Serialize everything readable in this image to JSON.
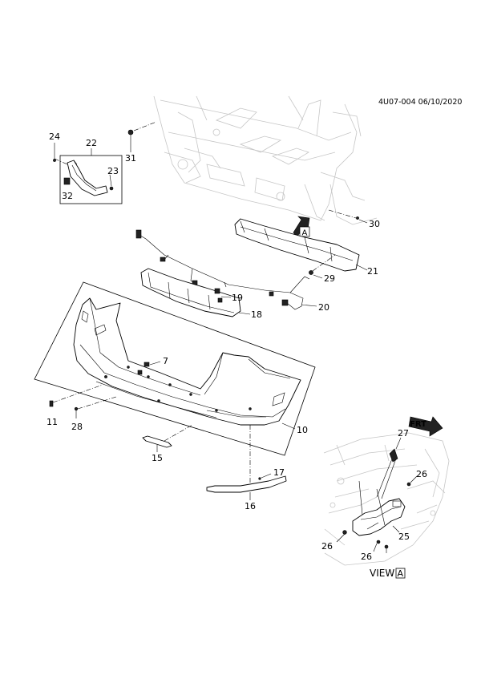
{
  "header": {
    "doc_code": "4U07-004 06/10/2020"
  },
  "callouts": [
    {
      "id": "c1",
      "text": "24"
    },
    {
      "id": "c2",
      "text": "22"
    },
    {
      "id": "c3",
      "text": "23"
    },
    {
      "id": "c4",
      "text": "32"
    },
    {
      "id": "c5",
      "text": "31"
    },
    {
      "id": "c6",
      "text": "30"
    },
    {
      "id": "c7",
      "text": "21"
    },
    {
      "id": "c8",
      "text": "29"
    },
    {
      "id": "c9",
      "text": "19"
    },
    {
      "id": "c10",
      "text": "18"
    },
    {
      "id": "c11",
      "text": "20"
    },
    {
      "id": "c12",
      "text": "7"
    },
    {
      "id": "c13",
      "text": "11"
    },
    {
      "id": "c14",
      "text": "28"
    },
    {
      "id": "c15",
      "text": "10"
    },
    {
      "id": "c16",
      "text": "15"
    },
    {
      "id": "c17",
      "text": "17"
    },
    {
      "id": "c18",
      "text": "16"
    },
    {
      "id": "c19",
      "text": "27"
    },
    {
      "id": "c20",
      "text": "26"
    },
    {
      "id": "c21",
      "text": "25"
    },
    {
      "id": "c22",
      "text": "26"
    },
    {
      "id": "c23",
      "text": "26"
    }
  ],
  "view_marker": {
    "letter": "A"
  },
  "detail_view": {
    "label": "VIEW",
    "letter": "A"
  },
  "front_arrow": {
    "text": "FRT"
  },
  "colors": {
    "line": "#000000",
    "ghost": "#c6c6c6",
    "background": "#ffffff"
  }
}
